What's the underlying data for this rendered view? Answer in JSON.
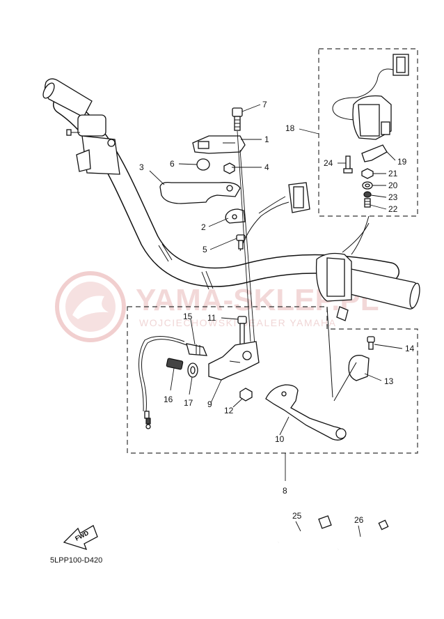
{
  "diagram": {
    "code": "5LPP100-D420",
    "fwd_label": "FWD",
    "watermark": {
      "main": "YAMA-SKLEP.PL",
      "sub": "WOJCIECHOWSKI DEALER YAMAHA"
    },
    "callouts": {
      "c1": "1",
      "c2": "2",
      "c3": "3",
      "c4": "4",
      "c5": "5",
      "c6": "6",
      "c7": "7",
      "c8": "8",
      "c9": "9",
      "c10": "10",
      "c11": "11",
      "c12": "12",
      "c13": "13",
      "c14": "14",
      "c15": "15",
      "c16": "16",
      "c17": "17",
      "c18": "18",
      "c19": "19",
      "c20": "20",
      "c21": "21",
      "c22": "22",
      "c23": "23",
      "c24": "24",
      "c25": "25",
      "c26": "26"
    }
  }
}
